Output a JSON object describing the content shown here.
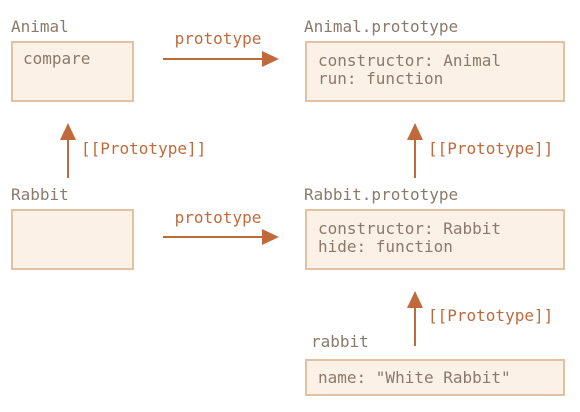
{
  "colors": {
    "box_fill": "#fbf1e7",
    "box_border": "#e3c2a4",
    "arrow": "#c06a3c",
    "text": "#8a7a6b",
    "edge_label": "#c06a3c"
  },
  "nodes": {
    "animal": {
      "title": "Animal",
      "lines": [
        "compare"
      ]
    },
    "animal_prototype": {
      "title": "Animal.prototype",
      "lines": [
        "constructor: Animal",
        "run: function"
      ]
    },
    "rabbit": {
      "title": "Rabbit",
      "lines": []
    },
    "rabbit_prototype": {
      "title": "Rabbit.prototype",
      "lines": [
        "constructor: Rabbit",
        "hide: function"
      ]
    },
    "rabbit_instance": {
      "title": "rabbit",
      "lines": [
        "name: \"White Rabbit\""
      ]
    }
  },
  "edges": {
    "animal_to_proto": {
      "label": "prototype"
    },
    "rabbit_to_proto": {
      "label": "prototype"
    },
    "rabbit_to_animal": {
      "label": "[[Prototype]]"
    },
    "rabbitproto_to_animalproto": {
      "label": "[[Prototype]]"
    },
    "instance_to_rabbitproto": {
      "label": "[[Prototype]]"
    }
  }
}
